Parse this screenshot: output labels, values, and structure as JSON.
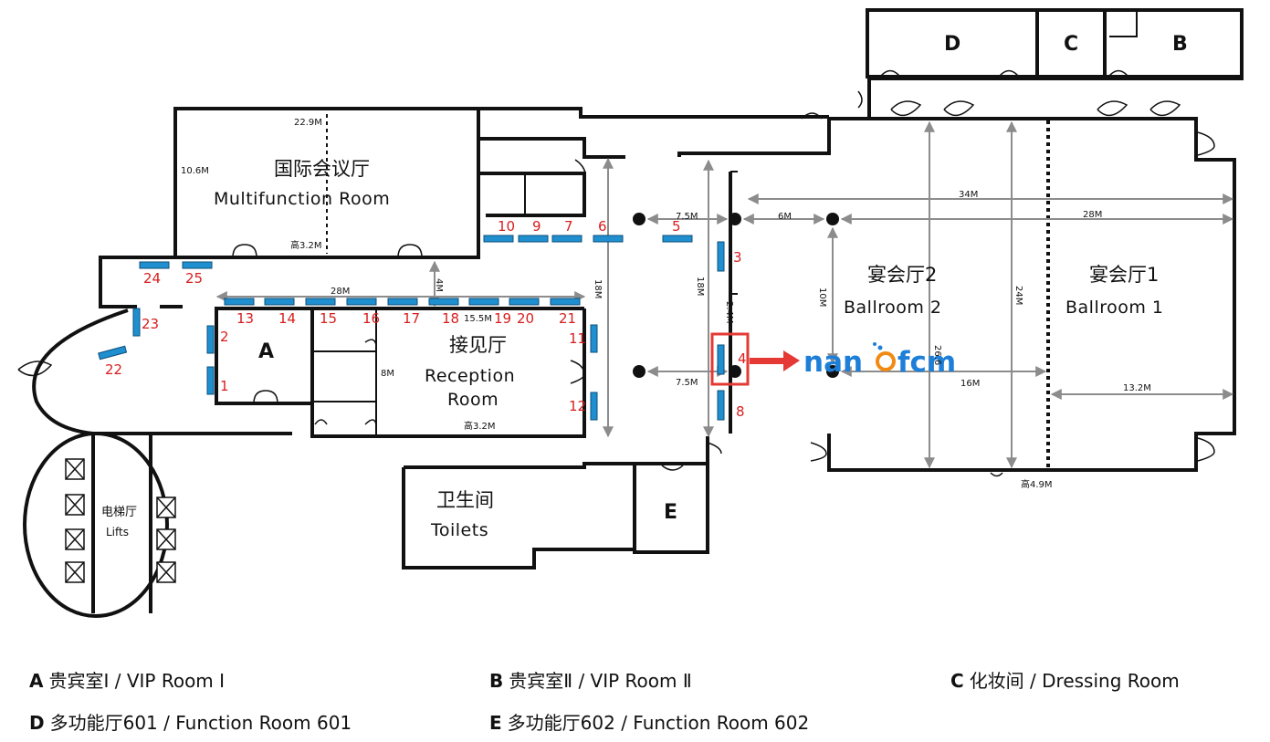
{
  "colors": {
    "booth": "#1f8fd0",
    "booth_number": "#d81e1e",
    "highlight": "#e53935",
    "logo_blue": "#1e7fd8",
    "logo_orange": "#f08a12",
    "wall": "#111111",
    "dimension_line": "#8c8c8c"
  },
  "rooms": {
    "multifunction": {
      "cn": "国际会议厅",
      "en": "Multifunction Room",
      "dim_width": "22.9M",
      "dim_depth": "10.6M",
      "height": "高3.2M"
    },
    "reception": {
      "cn": "接见厅",
      "en_line1": "Reception",
      "en_line2": "Room",
      "dim_width": "15.5M",
      "dim_depth": "8M",
      "height": "高3.2M"
    },
    "ballroom2": {
      "cn": "宴会厅2",
      "en": "Ballroom 2",
      "dim_depth": "10M",
      "dim_width": "16M",
      "dim_total": "26.6"
    },
    "ballroom1": {
      "cn": "宴会厅1",
      "en": "Ballroom 1",
      "dim_width": "13.2M",
      "dim_depth": "24M",
      "height": "高4.9M"
    },
    "toilets": {
      "cn": "卫生间",
      "en": "Toilets"
    },
    "lifts": {
      "cn": "电梯厅",
      "en": "Lifts"
    }
  },
  "room_letters": {
    "a": "A",
    "b": "B",
    "c": "C",
    "d": "D",
    "e": "E"
  },
  "dimensions": {
    "corridor_top": "28M",
    "corridor_gap": "4M",
    "foyer_left": "18M",
    "foyer_right": "18M",
    "foyer_gap": "2.4M",
    "span_top": "7.5M",
    "span_bottom": "7.5M",
    "span_6m": "6M",
    "ballroom_34m": "34M",
    "ballroom_28m": "28M"
  },
  "booths": [
    "1",
    "2",
    "3",
    "4",
    "5",
    "6",
    "7",
    "8",
    "9",
    "10",
    "11",
    "12",
    "13",
    "14",
    "15",
    "16",
    "17",
    "18",
    "19",
    "20",
    "21",
    "22",
    "23",
    "24",
    "25"
  ],
  "logo": {
    "prefix": "nan",
    "suffix": "fcm"
  },
  "legend": [
    {
      "letter": "A",
      "text": "贵宾室Ⅰ / VIP Room Ⅰ"
    },
    {
      "letter": "B",
      "text": "贵宾室Ⅱ / VIP Room Ⅱ"
    },
    {
      "letter": "C",
      "text": "化妆间 / Dressing Room"
    },
    {
      "letter": "D",
      "text": "多功能厅601 / Function Room 601"
    },
    {
      "letter": "E",
      "text": "多功能厅602 / Function Room 602"
    }
  ]
}
